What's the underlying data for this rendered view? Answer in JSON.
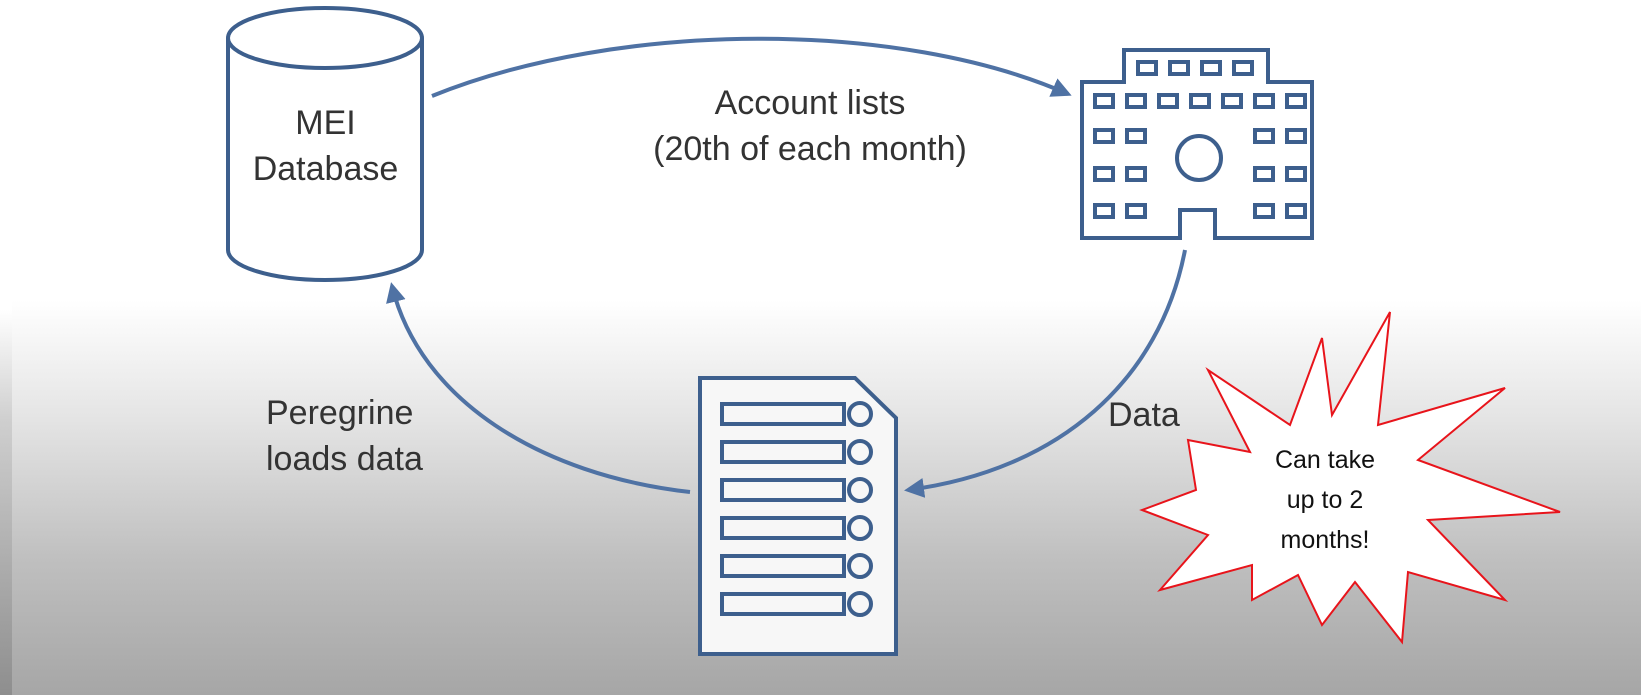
{
  "database": {
    "label_line1": "MEI",
    "label_line2": "Database"
  },
  "flow_top": {
    "line1": "Account lists",
    "line2": "(20th of each month)"
  },
  "flow_right": {
    "label": "Data"
  },
  "flow_left": {
    "line1": "Peregrine",
    "line2": "loads data"
  },
  "callout": {
    "line1": "Can take",
    "line2": "up to 2",
    "line3": "months!"
  },
  "colors": {
    "diagram_stroke": "#3d5f8d",
    "arrow": "#4f72a4",
    "callout_border": "#e8141b",
    "text": "#333333"
  }
}
